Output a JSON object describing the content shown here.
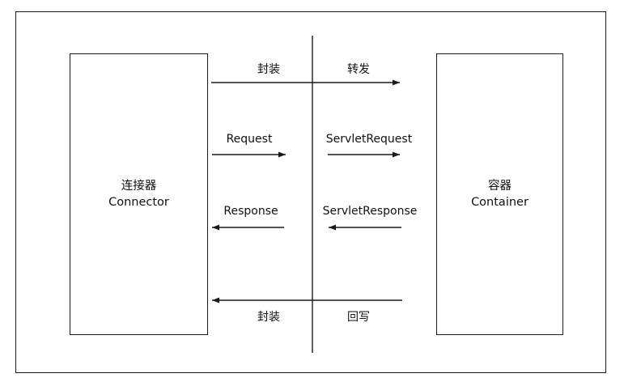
{
  "connector": {
    "title": "连接器",
    "subtitle": "Connector"
  },
  "container": {
    "title": "容器",
    "subtitle": "Container"
  },
  "labels": {
    "top_left": "封装",
    "top_right": "转发",
    "request": "Request",
    "servlet_request": "ServletRequest",
    "response": "Response",
    "servlet_response": "ServletResponse",
    "bottom_left": "封装",
    "bottom_right": "回写"
  },
  "colors": {
    "line": "#1a1a1a",
    "background": "#ffffff"
  }
}
